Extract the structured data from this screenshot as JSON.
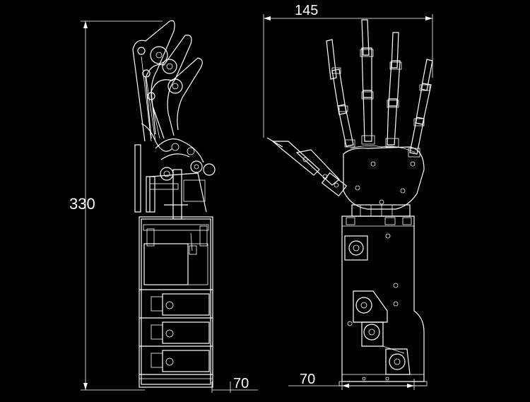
{
  "drawing": {
    "dimensions": {
      "side_height": "330",
      "side_width": "70",
      "front_width_top": "145",
      "front_width_bottom": "70"
    }
  },
  "colors": {
    "background": "#000000",
    "stroke": "#ffffff"
  }
}
